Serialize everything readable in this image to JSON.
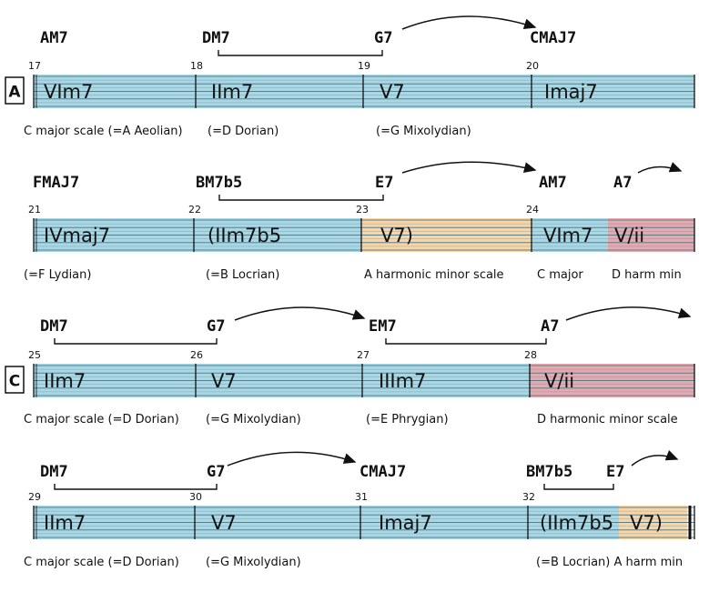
{
  "colors": {
    "blue": "#a8d8e6",
    "orange": "#f9d4a5",
    "red": "#e9a7ae",
    "line": "#111111",
    "staff": "#5a7f8c"
  },
  "systems": [
    {
      "section": "A",
      "bars": [
        "17",
        "18",
        "19",
        "20"
      ],
      "chords": [
        "AM7",
        "DM7",
        "G7",
        "CMAJ7"
      ],
      "romans": [
        "VIm7",
        "IIm7",
        "V7",
        "Imaj7"
      ],
      "scales": [
        "C major scale (=A Aeolian)",
        "(=D Dorian)",
        "(=G Mixolydian)"
      ]
    },
    {
      "section": "",
      "bars": [
        "21",
        "22",
        "23",
        "24"
      ],
      "chords": [
        "FMAJ7",
        "BM7b5",
        "E7",
        "AM7",
        "A7"
      ],
      "romans": [
        "IVmaj7",
        "(IIm7b5",
        "V7)",
        "VIm7",
        "V/ii"
      ],
      "scales": [
        "(=F Lydian)",
        "(=B Locrian)",
        "A harmonic minor scale",
        "C major",
        "D harm min"
      ]
    },
    {
      "section": "C",
      "bars": [
        "25",
        "26",
        "27",
        "28"
      ],
      "chords": [
        "DM7",
        "G7",
        "EM7",
        "A7"
      ],
      "romans": [
        "IIm7",
        "V7",
        "IIIm7",
        "V/ii"
      ],
      "scales": [
        "C major scale (=D Dorian)",
        "(=G Mixolydian)",
        "(=E Phrygian)",
        "D harmonic minor scale"
      ]
    },
    {
      "section": "",
      "bars": [
        "29",
        "30",
        "31",
        "32"
      ],
      "chords": [
        "DM7",
        "G7",
        "CMAJ7",
        "BM7b5",
        "E7"
      ],
      "romans": [
        "IIm7",
        "V7",
        "Imaj7",
        "(IIm7b5",
        "V7)"
      ],
      "scales": [
        "C major scale (=D Dorian)",
        "(=G Mixolydian)",
        "(=B Locrian) A harm min"
      ]
    }
  ]
}
